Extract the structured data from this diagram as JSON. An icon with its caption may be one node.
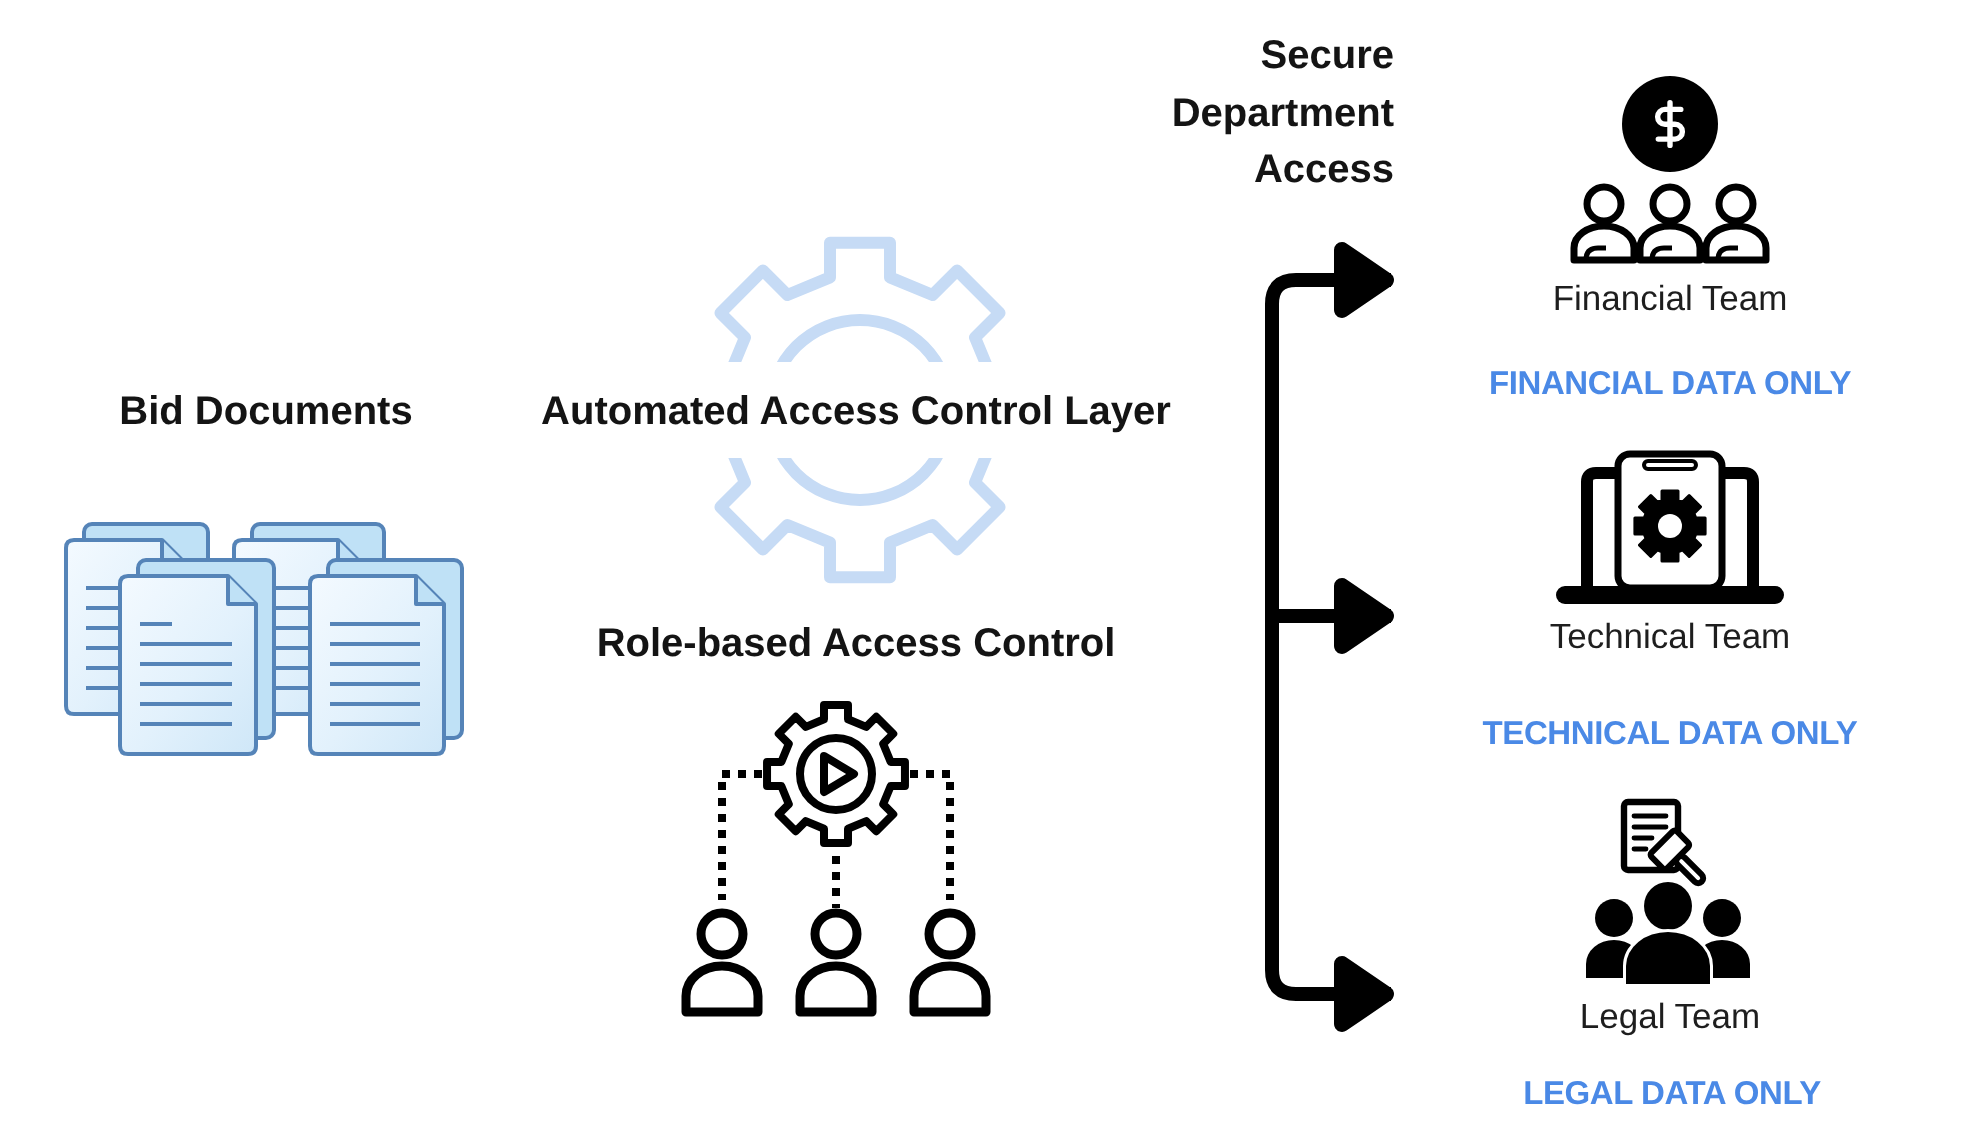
{
  "diagram": {
    "nodes": [
      {
        "text": [
          "Financial Team"
        ],
        "beside": [
          "FINANCIAL DATA ONLY"
        ]
      },
      {
        "text": [
          "Technical Team"
        ],
        "beside": [
          "TECHNICAL DATA ONLY"
        ]
      },
      {
        "text": [
          "Legal Team"
        ],
        "beside": [
          "LEGAL DATA ONLY"
        ]
      }
    ],
    "edges": [
      {
        "from": null,
        "to": 0,
        "arrow": "to"
      },
      {
        "from": null,
        "to": 1,
        "arrow": "to"
      },
      {
        "from": null,
        "to": 2,
        "arrow": "to"
      }
    ],
    "labels": [
      "Bid Documents",
      "Automated Access Control Layer",
      "Role-based Access Control",
      "Secure Department Access"
    ]
  }
}
